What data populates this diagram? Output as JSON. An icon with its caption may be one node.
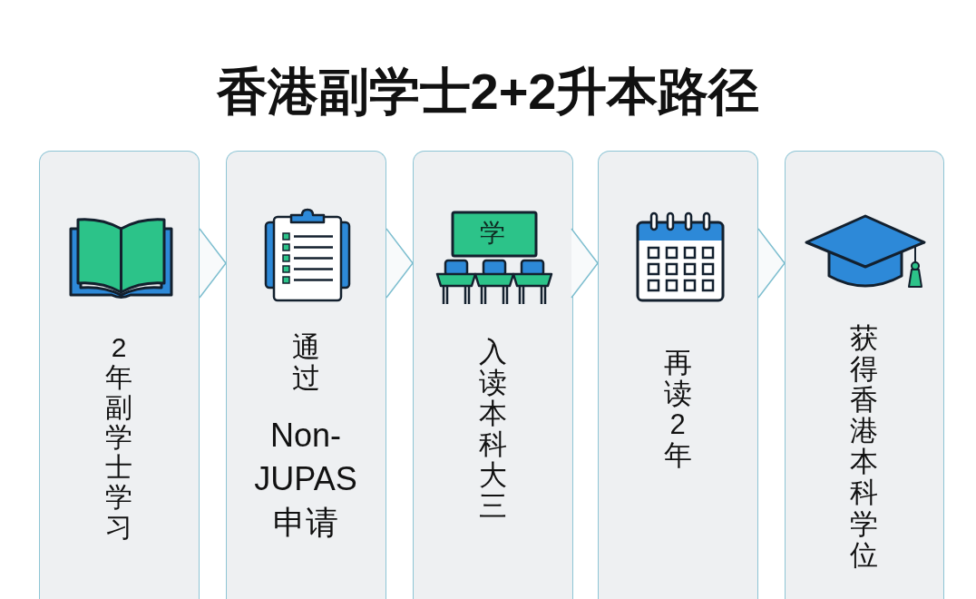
{
  "diagram": {
    "title": "香港副学士2+2升本路径",
    "nodes": [
      {
        "text": [
          "2年副学士学习"
        ]
      },
      {
        "text": [
          "通过",
          "Non-JUPAS 申请"
        ]
      },
      {
        "text": [
          "入读本科大三"
        ]
      },
      {
        "text": [
          "再读2年"
        ]
      },
      {
        "text": [
          "获得香港本科学位"
        ]
      }
    ],
    "edges": [
      {
        "from": 0,
        "to": 1,
        "arrow": "to"
      },
      {
        "from": 1,
        "to": 2,
        "arrow": "to"
      },
      {
        "from": 2,
        "to": 3,
        "arrow": "to"
      },
      {
        "from": 3,
        "to": 4,
        "arrow": "to"
      }
    ],
    "labels": [
      "学"
    ]
  }
}
